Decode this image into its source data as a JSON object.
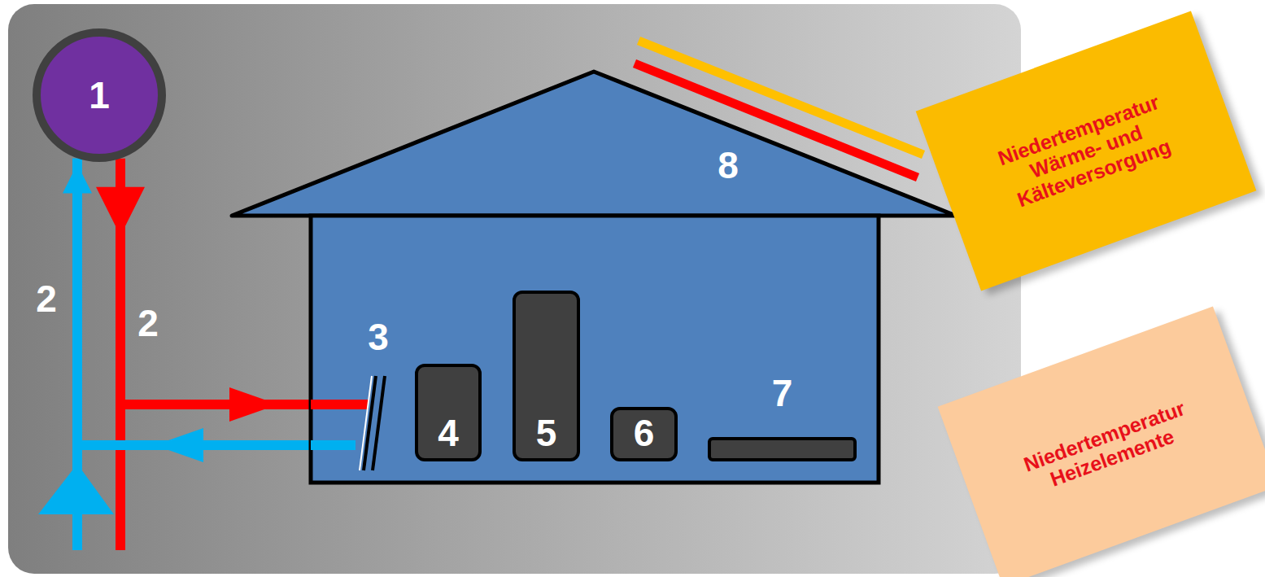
{
  "diagram": {
    "nodes": [
      {
        "text": [
          "1"
        ]
      },
      {
        "text": [
          "8"
        ]
      },
      {
        "text": [
          "4"
        ],
        "in": 1
      },
      {
        "text": [
          "5"
        ],
        "in": 1
      },
      {
        "text": [
          "6"
        ],
        "in": 1
      },
      {
        "text": [
          "7"
        ],
        "in": 1
      },
      {
        "text": [
          "Niedertemperatur Wärme- und Kälteversorgung"
        ]
      },
      {
        "text": [
          "Niedertemperatur Heizelemente"
        ]
      }
    ],
    "edges": [
      {
        "from": 0,
        "to": 1,
        "arrow": "to"
      },
      {
        "from": 1,
        "to": 0,
        "arrow": "to"
      }
    ],
    "labels": [
      "2",
      "2",
      "3"
    ]
  }
}
